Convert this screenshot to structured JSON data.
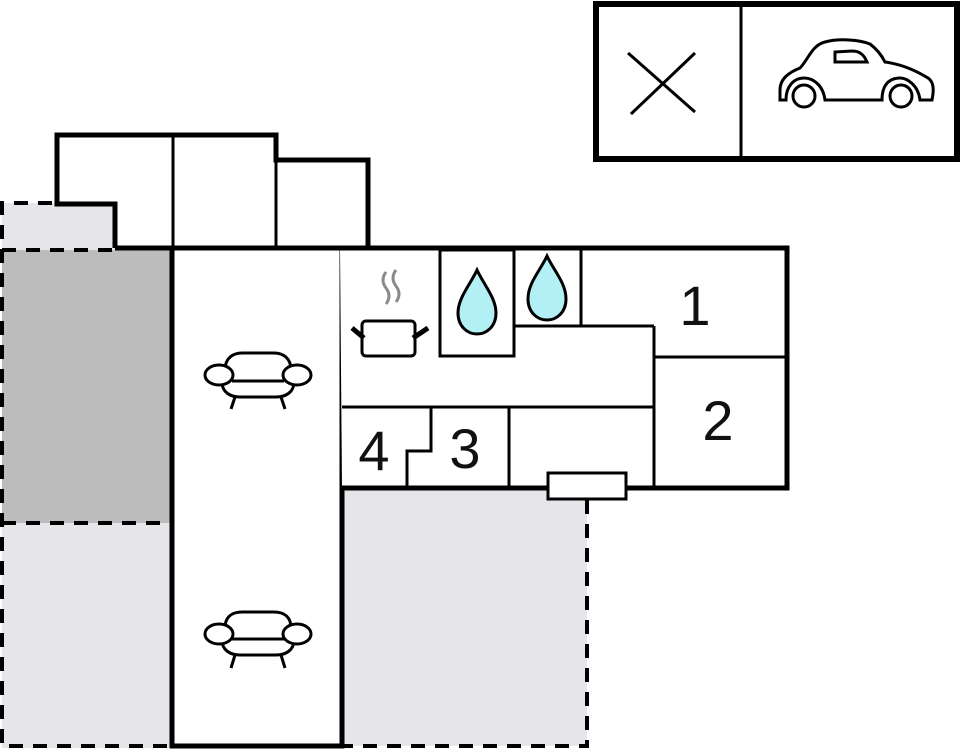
{
  "diagram": {
    "type": "floor-plan",
    "colors": {
      "wall": "#000000",
      "terrace_light": "#e5e5ea",
      "terrace_dark": "#bcbcbc",
      "water_fill": "#b2f0f5",
      "steam": "#8a8a8a",
      "background": "#ffffff"
    },
    "legend": {
      "no_parking_symbol": "cross-icon",
      "parking_symbol": "car-icon"
    },
    "rooms": [
      {
        "label": "1",
        "type": "bedroom"
      },
      {
        "label": "2",
        "type": "bedroom"
      },
      {
        "label": "3",
        "type": "bedroom"
      },
      {
        "label": "4",
        "type": "bedroom"
      }
    ],
    "icons": {
      "kitchen": "cooking-pot-icon",
      "bathroom_1": "water-drop-icon",
      "bathroom_2": "water-drop-icon",
      "living_1": "sofa-icon",
      "living_2": "sofa-icon"
    }
  }
}
